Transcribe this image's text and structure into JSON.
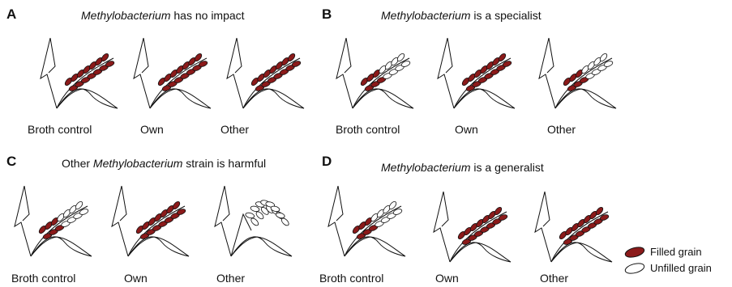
{
  "colors": {
    "filled_grain": "#8b1a1a",
    "outline": "#111111"
  },
  "panels": [
    {
      "label": "A",
      "title_italic": "Methylobacterium",
      "title_pre": "",
      "title_rest": " has no impact",
      "plants": [
        {
          "caption": "Broth control",
          "filled": 7
        },
        {
          "caption": "Own",
          "filled": 7
        },
        {
          "caption": "Other",
          "filled": 7
        }
      ]
    },
    {
      "label": "B",
      "title_italic": "Methylobacterium",
      "title_pre": "",
      "title_rest": " is a specialist",
      "plants": [
        {
          "caption": "Broth control",
          "filled": 3
        },
        {
          "caption": "Own",
          "filled": 7
        },
        {
          "caption": "Other",
          "filled": 3
        }
      ]
    },
    {
      "label": "C",
      "title_italic": "Methylobacterium",
      "title_pre": "Other ",
      "title_rest": " strain is harmful",
      "plants": [
        {
          "caption": "Broth control",
          "filled": 3
        },
        {
          "caption": "Own",
          "filled": 7
        },
        {
          "caption": "Other",
          "filled": 0
        }
      ]
    },
    {
      "label": "D",
      "title_italic": "Methylobacterium",
      "title_pre": "",
      "title_rest": " is a generalist",
      "plants": [
        {
          "caption": "Broth control",
          "filled": 3
        },
        {
          "caption": "Own",
          "filled": 7
        },
        {
          "caption": "Other",
          "filled": 7
        }
      ]
    }
  ],
  "legend": {
    "filled_label": "Filled grain",
    "unfilled_label": "Unfilled grain"
  }
}
